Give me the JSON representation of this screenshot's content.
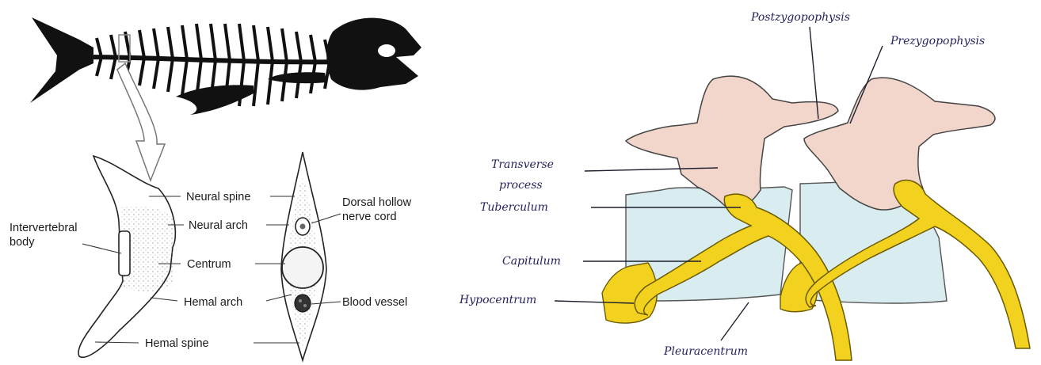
{
  "fish_diagram": {
    "labels": {
      "neural_spine": "Neural spine",
      "neural_arch": "Neural arch",
      "centrum": "Centrum",
      "hemal_arch": "Hemal arch",
      "hemal_spine": "Hemal  spine",
      "intervertebral_line1": "Intervertebral",
      "intervertebral_line2": "body",
      "dorsal_line1": "Dorsal hollow",
      "dorsal_line2": "nerve cord",
      "blood_vessel": "Blood vessel"
    }
  },
  "tetrapod_diagram": {
    "labels": {
      "postzygapophysis": "Postzygopophysis",
      "prezygapophysis": "Prezygopophysis",
      "transverse_line1": "Transverse",
      "transverse_line2": "process",
      "tuberculum": "Tuberculum",
      "capitulum": "Capitulum",
      "hypocentrum": "Hypocentrum",
      "pleurocentrum": "Pleuracentrum"
    },
    "colors": {
      "neural_arch": "#f2d6cc",
      "centrum": "#d9ecf0",
      "rib": "#f2d21e",
      "ink": "#23235e"
    }
  }
}
